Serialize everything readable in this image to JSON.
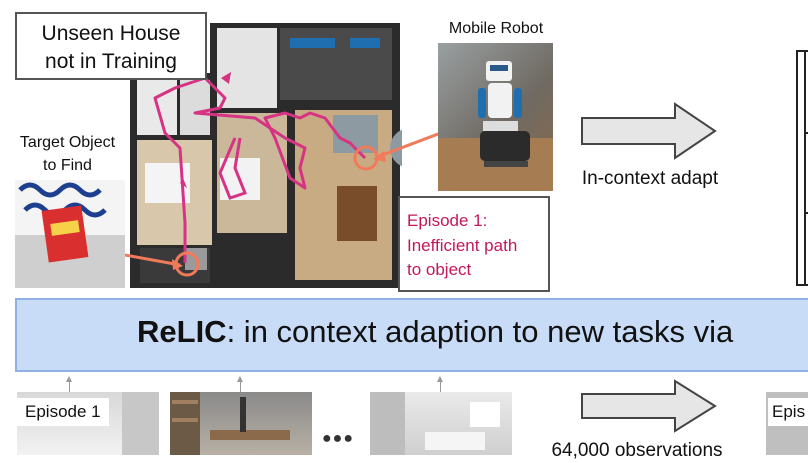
{
  "unseen_house": {
    "line1": "Unseen House",
    "line2": "not in Training"
  },
  "mobile_robot": {
    "label": "Mobile Robot"
  },
  "target_object": {
    "line1": "Target Object",
    "line2": "to Find"
  },
  "episode1_note": {
    "line1": "Episode 1:",
    "line2": "Inefficient path",
    "line3": "to object"
  },
  "in_context": {
    "label": "In-context adapt"
  },
  "banner": {
    "bold": "ReLIC",
    "rest": ": in context adaption to new tasks via"
  },
  "bottom": {
    "episode1": "Episode 1",
    "ellipsis": "●●●",
    "observations": "64,000 observations",
    "epis": "Epis"
  },
  "colors": {
    "path": "#d63384",
    "pointer": "#f07a5a",
    "banner_bg": "#c9dcf7",
    "banner_border": "#8fb1e3",
    "note_text": "#c2185b"
  }
}
